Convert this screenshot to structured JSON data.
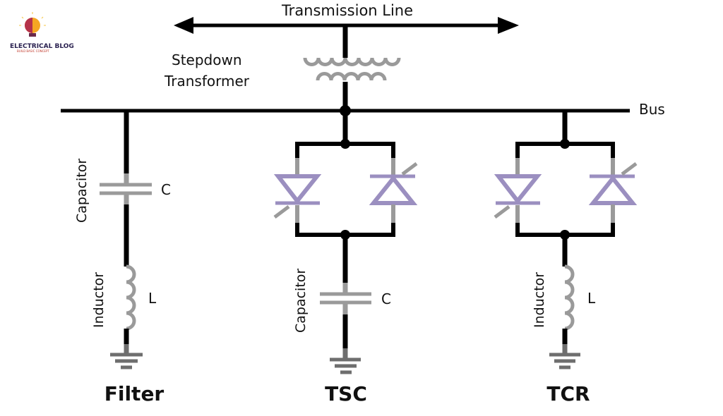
{
  "logo": {
    "title": "ELECTRICAL BLOG",
    "subtitle": "BUILD BASIC CONCEPT"
  },
  "diagram": {
    "transmission_line_label": "Transmission Line",
    "transformer_label_line1": "Stepdown",
    "transformer_label_line2": "Transformer",
    "bus_label": "Bus",
    "branches": [
      {
        "name": "Filter",
        "components": [
          {
            "type": "capacitor",
            "side_label": "Capacitor",
            "symbol": "C"
          },
          {
            "type": "inductor",
            "side_label": "Inductor",
            "symbol": "L"
          },
          {
            "type": "ground"
          }
        ]
      },
      {
        "name": "TSC",
        "components": [
          {
            "type": "anti-parallel-thyristors"
          },
          {
            "type": "capacitor",
            "side_label": "Capacitor",
            "symbol": "C"
          },
          {
            "type": "ground"
          }
        ]
      },
      {
        "name": "TCR",
        "components": [
          {
            "type": "anti-parallel-thyristors"
          },
          {
            "type": "inductor",
            "side_label": "Inductor",
            "symbol": "L"
          },
          {
            "type": "ground"
          }
        ]
      }
    ]
  },
  "colors": {
    "wire": "#000000",
    "component": "#9a9a9a",
    "thyristor": "#9b8fc0",
    "ground": "#6e6e6e"
  }
}
